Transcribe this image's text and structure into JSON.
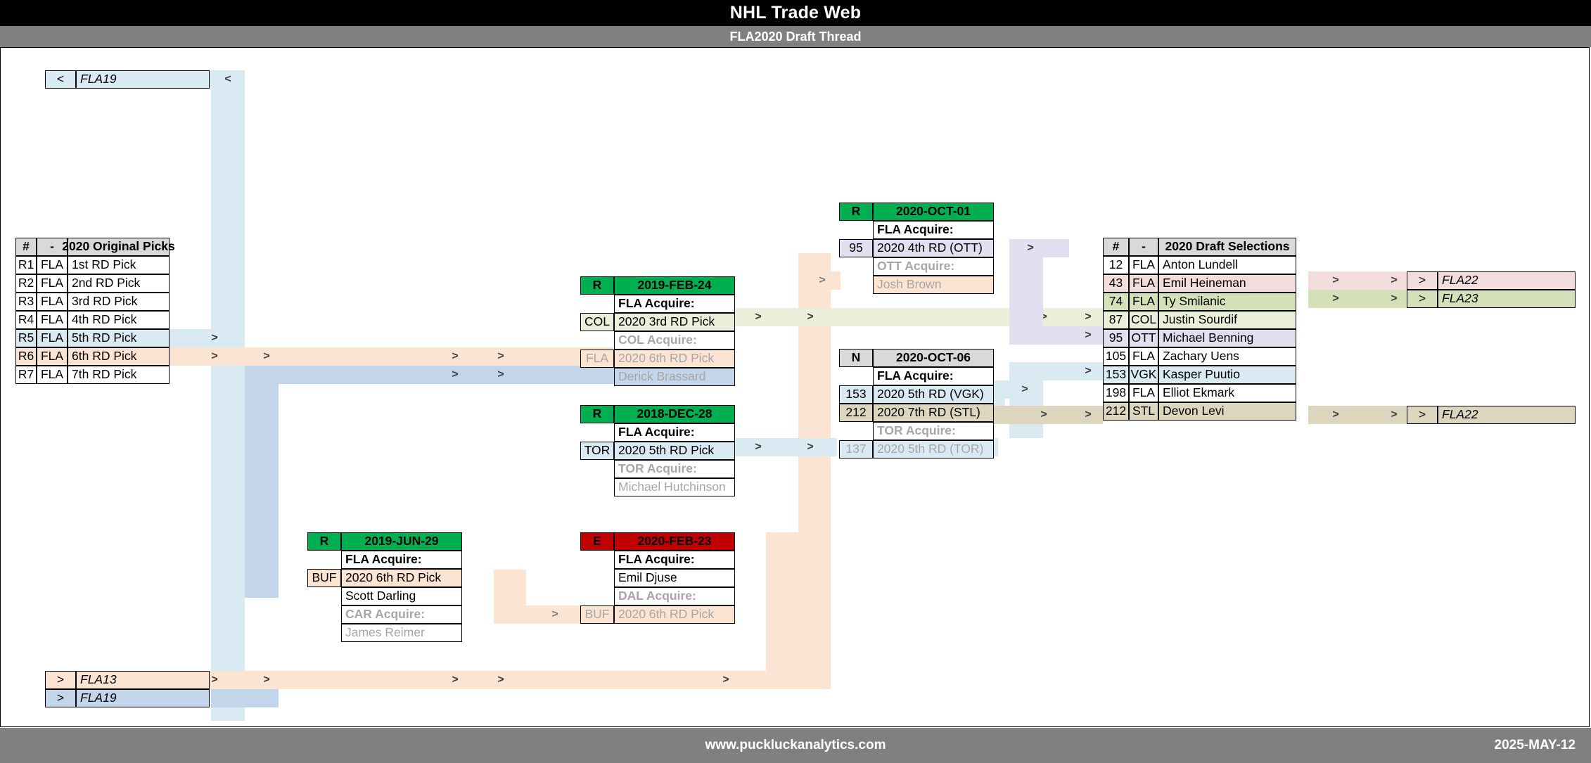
{
  "header": {
    "title": "NHL Trade Web",
    "subtitle": "FLA2020 Draft Thread"
  },
  "footer": {
    "url": "www.puckluckanalytics.com",
    "date": "2025-MAY-12"
  },
  "colors": {
    "title_bar": "#000000",
    "sub_bar": "#808080",
    "trade_header_regular": "#00b050",
    "trade_header_expansion": "#c00000",
    "trade_header_none": "#d9d9d9",
    "table_header": "#d9d9d9",
    "flow_blue": "#dbe9f4",
    "flow_orange": "#fce4d2",
    "flow_steel": "#c3d5ea",
    "flow_green": "#e9efd9",
    "flow_purple": "#e3dff0",
    "flow_pink": "#f2dcdc",
    "flow_olive": "#d6e0b8",
    "flow_tan": "#dcd6bf",
    "flow_lightblue": "#daeaf2"
  },
  "origin_table": {
    "headers": [
      "#",
      "-",
      "2020 Original Picks"
    ],
    "rows": [
      {
        "num": "R1",
        "team": "FLA",
        "label": "1st RD Pick",
        "fill": "none"
      },
      {
        "num": "R2",
        "team": "FLA",
        "label": "2nd RD Pick",
        "fill": "none"
      },
      {
        "num": "R3",
        "team": "FLA",
        "label": "3rd RD Pick",
        "fill": "none"
      },
      {
        "num": "R4",
        "team": "FLA",
        "label": "4th RD Pick",
        "fill": "none"
      },
      {
        "num": "R5",
        "team": "FLA",
        "label": "5th RD Pick",
        "fill": "lightblue"
      },
      {
        "num": "R6",
        "team": "FLA",
        "label": "6th RD Pick",
        "fill": "orange"
      },
      {
        "num": "R7",
        "team": "FLA",
        "label": "7th RD Pick",
        "fill": "none"
      }
    ]
  },
  "selection_table": {
    "headers": [
      "#",
      "-",
      "2020 Draft Selections"
    ],
    "rows": [
      {
        "num": "12",
        "team": "FLA",
        "label": "Anton Lundell",
        "fill": "none"
      },
      {
        "num": "43",
        "team": "FLA",
        "label": "Emil Heineman",
        "fill": "pink"
      },
      {
        "num": "74",
        "team": "FLA",
        "label": "Ty Smilanic",
        "fill": "olive"
      },
      {
        "num": "87",
        "team": "COL",
        "label": "Justin Sourdif",
        "fill": "green"
      },
      {
        "num": "95",
        "team": "OTT",
        "label": "Michael Benning",
        "fill": "purple"
      },
      {
        "num": "105",
        "team": "FLA",
        "label": "Zachary Uens",
        "fill": "none"
      },
      {
        "num": "153",
        "team": "VGK",
        "label": "Kasper Puutio",
        "fill": "lightblue"
      },
      {
        "num": "198",
        "team": "FLA",
        "label": "Elliot Ekmark",
        "fill": "none"
      },
      {
        "num": "212",
        "team": "STL",
        "label": "Devon Levi",
        "fill": "tan"
      }
    ]
  },
  "thread_tags": {
    "top": {
      "arrow": "<",
      "label": "FLA19"
    },
    "bottom_one": {
      "arrow": ">",
      "label": "FLA13"
    },
    "bottom_two": {
      "arrow": ">",
      "label": "FLA19"
    },
    "right_43": {
      "arrow": ">",
      "label": "FLA22"
    },
    "right_74": {
      "arrow": ">",
      "label": "FLA23"
    },
    "right_212": {
      "arrow": ">",
      "label": "FLA22"
    }
  },
  "trades": [
    {
      "id": "trade-2019-feb-24",
      "kind": "R",
      "date": "2019-FEB-24",
      "header_style": "green",
      "acquire_label": "FLA Acquire:",
      "acquire_rows": [
        {
          "code": "COL",
          "text": "2020 3rd RD Pick",
          "fill": "green"
        }
      ],
      "counter_label": "COL Acquire:",
      "counter_rows": [
        {
          "code": "FLA",
          "text": "2020 6th RD Pick",
          "fill": "orange"
        },
        {
          "code": "",
          "text": "Derick Brassard",
          "fill": "steel"
        }
      ]
    },
    {
      "id": "trade-2018-dec-28",
      "kind": "R",
      "date": "2018-DEC-28",
      "header_style": "green",
      "acquire_label": "FLA Acquire:",
      "acquire_rows": [
        {
          "code": "TOR",
          "text": "2020 5th RD Pick",
          "fill": "lightblue"
        }
      ],
      "counter_label": "TOR Acquire:",
      "counter_rows": [
        {
          "code": "",
          "text": "Michael Hutchinson",
          "fill": "none"
        }
      ]
    },
    {
      "id": "trade-2019-jun-29",
      "kind": "R",
      "date": "2019-JUN-29",
      "header_style": "green",
      "acquire_label": "FLA Acquire:",
      "acquire_rows": [
        {
          "code": "BUF",
          "text": "2020 6th RD Pick",
          "fill": "orange"
        },
        {
          "code": "",
          "text": "Scott Darling",
          "fill": "none"
        }
      ],
      "counter_label": "CAR Acquire:",
      "counter_rows": [
        {
          "code": "",
          "text": "James Reimer",
          "fill": "none"
        }
      ]
    },
    {
      "id": "trade-2020-feb-23",
      "kind": "E",
      "date": "2020-FEB-23",
      "header_style": "red",
      "acquire_label": "FLA Acquire:",
      "acquire_rows": [
        {
          "code": "",
          "text": "Emil Djuse",
          "fill": "none"
        }
      ],
      "counter_label": "DAL Acquire:",
      "counter_rows": [
        {
          "code": "BUF",
          "text": "2020 6th RD Pick",
          "fill": "orange"
        }
      ]
    },
    {
      "id": "trade-2020-oct-01",
      "kind": "R",
      "date": "2020-OCT-01",
      "header_style": "green",
      "acquire_label": "FLA Acquire:",
      "acquire_rows": [
        {
          "code": "95",
          "text": "2020 4th RD (OTT)",
          "fill": "purple"
        }
      ],
      "counter_label": "OTT Acquire:",
      "counter_rows": [
        {
          "code": "",
          "text": "Josh Brown",
          "fill": "orange"
        }
      ]
    },
    {
      "id": "trade-2020-oct-06",
      "kind": "N",
      "date": "2020-OCT-06",
      "header_style": "grey",
      "acquire_label": "FLA Acquire:",
      "acquire_rows": [
        {
          "code": "153",
          "text": "2020 5th RD (VGK)",
          "fill": "lightblue"
        },
        {
          "code": "212",
          "text": "2020 7th RD (STL)",
          "fill": "tan"
        }
      ],
      "counter_label": "TOR Acquire:",
      "counter_rows": [
        {
          "code": "137",
          "text": "2020 5th RD (TOR)",
          "fill": "lightblue"
        }
      ]
    }
  ],
  "arrow_glyphs": {
    "right": ">",
    "left": "<"
  }
}
